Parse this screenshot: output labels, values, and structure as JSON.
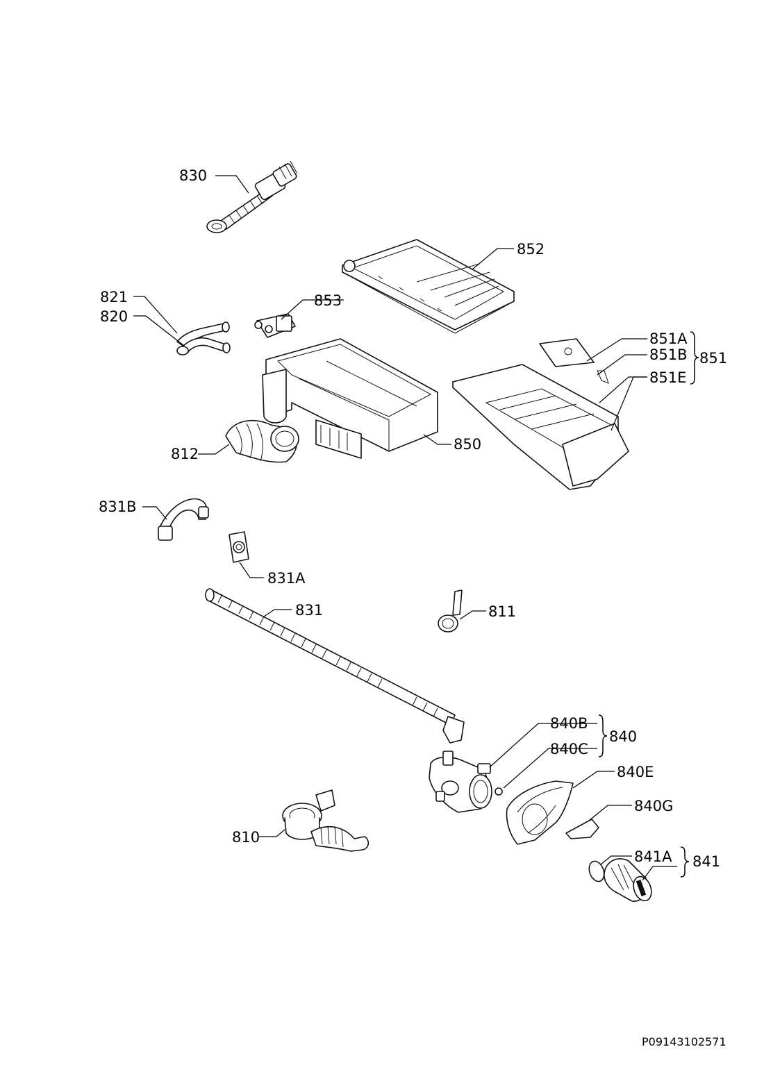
{
  "labels": {
    "p830": "830",
    "p852": "852",
    "p821": "821",
    "p820": "820",
    "p853": "853",
    "p851A": "851A",
    "p851B": "851B",
    "p851": "851",
    "p851E": "851E",
    "p812": "812",
    "p850": "850",
    "p831B": "831B",
    "p831A": "831A",
    "p831": "831",
    "p811": "811",
    "p840B": "840B",
    "p840": "840",
    "p840C": "840C",
    "p840E": "840E",
    "p840G": "840G",
    "p810": "810",
    "p841A": "841A",
    "p841": "841"
  },
  "document_id": "P09143102571"
}
